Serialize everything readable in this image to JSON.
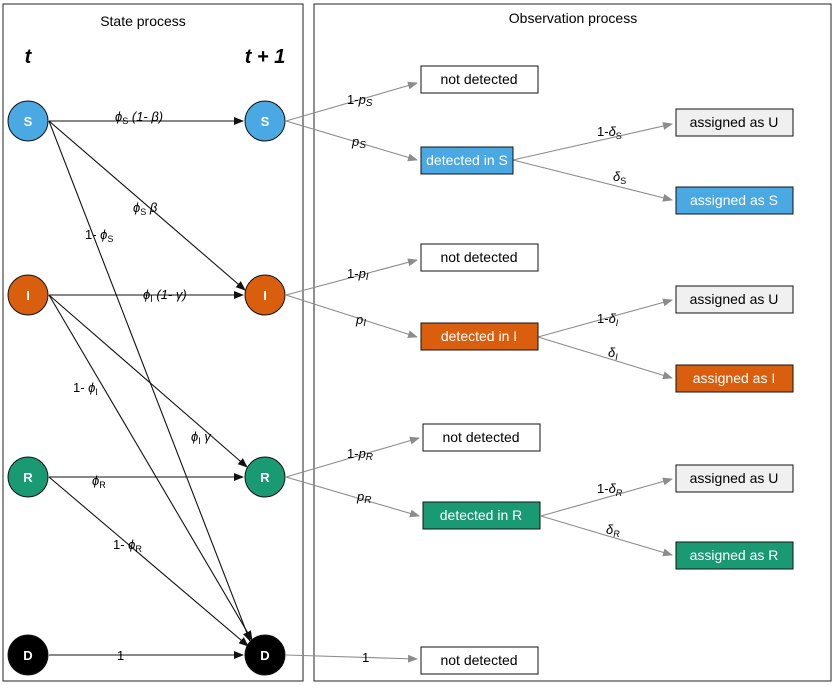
{
  "panels": {
    "state_title": "State process",
    "observation_title": "Observation process"
  },
  "time": {
    "t": "t",
    "t_plus_1": "t + 1"
  },
  "states": [
    {
      "id": "S",
      "color": "#4aa8e2"
    },
    {
      "id": "I",
      "color": "#d95f0e"
    },
    {
      "id": "R",
      "color": "#1a9a73"
    },
    {
      "id": "D",
      "color": "#000000"
    }
  ],
  "colors": {
    "undetermined_box": "#f0f0f0",
    "not_detected_box": "#ffffff"
  },
  "boxes": {
    "not_detected": "not detected",
    "detected_S": "detected in S",
    "detected_I": "detected in I",
    "detected_R": "detected in R",
    "assigned_U": "assigned as U",
    "assigned_S": "assigned as S",
    "assigned_I": "assigned as I",
    "assigned_R": "assigned as R"
  },
  "transition_labels": {
    "SS": {
      "sym": "ϕ",
      "sub": "S",
      "rest": " (1- β)"
    },
    "SI": {
      "sym": "ϕ",
      "sub": "S",
      "rest": " β"
    },
    "SD": {
      "pre": "1- ",
      "sym": "ϕ",
      "sub": "S"
    },
    "II": {
      "sym": "ϕ",
      "sub": "I",
      "rest": " (1- γ)"
    },
    "IR": {
      "sym": "ϕ",
      "sub": "I",
      "rest": " γ"
    },
    "ID": {
      "pre": "1- ",
      "sym": "ϕ",
      "sub": "I"
    },
    "RR": {
      "sym": "ϕ",
      "sub": "R"
    },
    "RD": {
      "pre": "1- ",
      "sym": "ϕ",
      "sub": "R"
    },
    "DD": "1"
  },
  "observation_labels": {
    "S_not": {
      "pre": "1-",
      "sym": "p",
      "sub": "S"
    },
    "S_det": {
      "sym": "p",
      "sub": "S"
    },
    "S_U": {
      "pre": "1-",
      "sym": "δ",
      "sub": "S"
    },
    "S_S": {
      "sym": "δ",
      "sub": "S"
    },
    "I_not": {
      "pre": "1-",
      "sym": "p",
      "sub": "I"
    },
    "I_det": {
      "sym": "p",
      "sub": "I"
    },
    "I_U": {
      "pre": "1-",
      "sym": "δ",
      "sub": "I"
    },
    "I_I": {
      "sym": "δ",
      "sub": "I"
    },
    "R_not": {
      "pre": "1-",
      "sym": "p",
      "sub": "R"
    },
    "R_det": {
      "sym": "p",
      "sub": "R"
    },
    "R_U": {
      "pre": "1-",
      "sym": "δ",
      "sub": "R"
    },
    "R_R": {
      "sym": "δ",
      "sub": "R"
    },
    "D_not": "1"
  }
}
